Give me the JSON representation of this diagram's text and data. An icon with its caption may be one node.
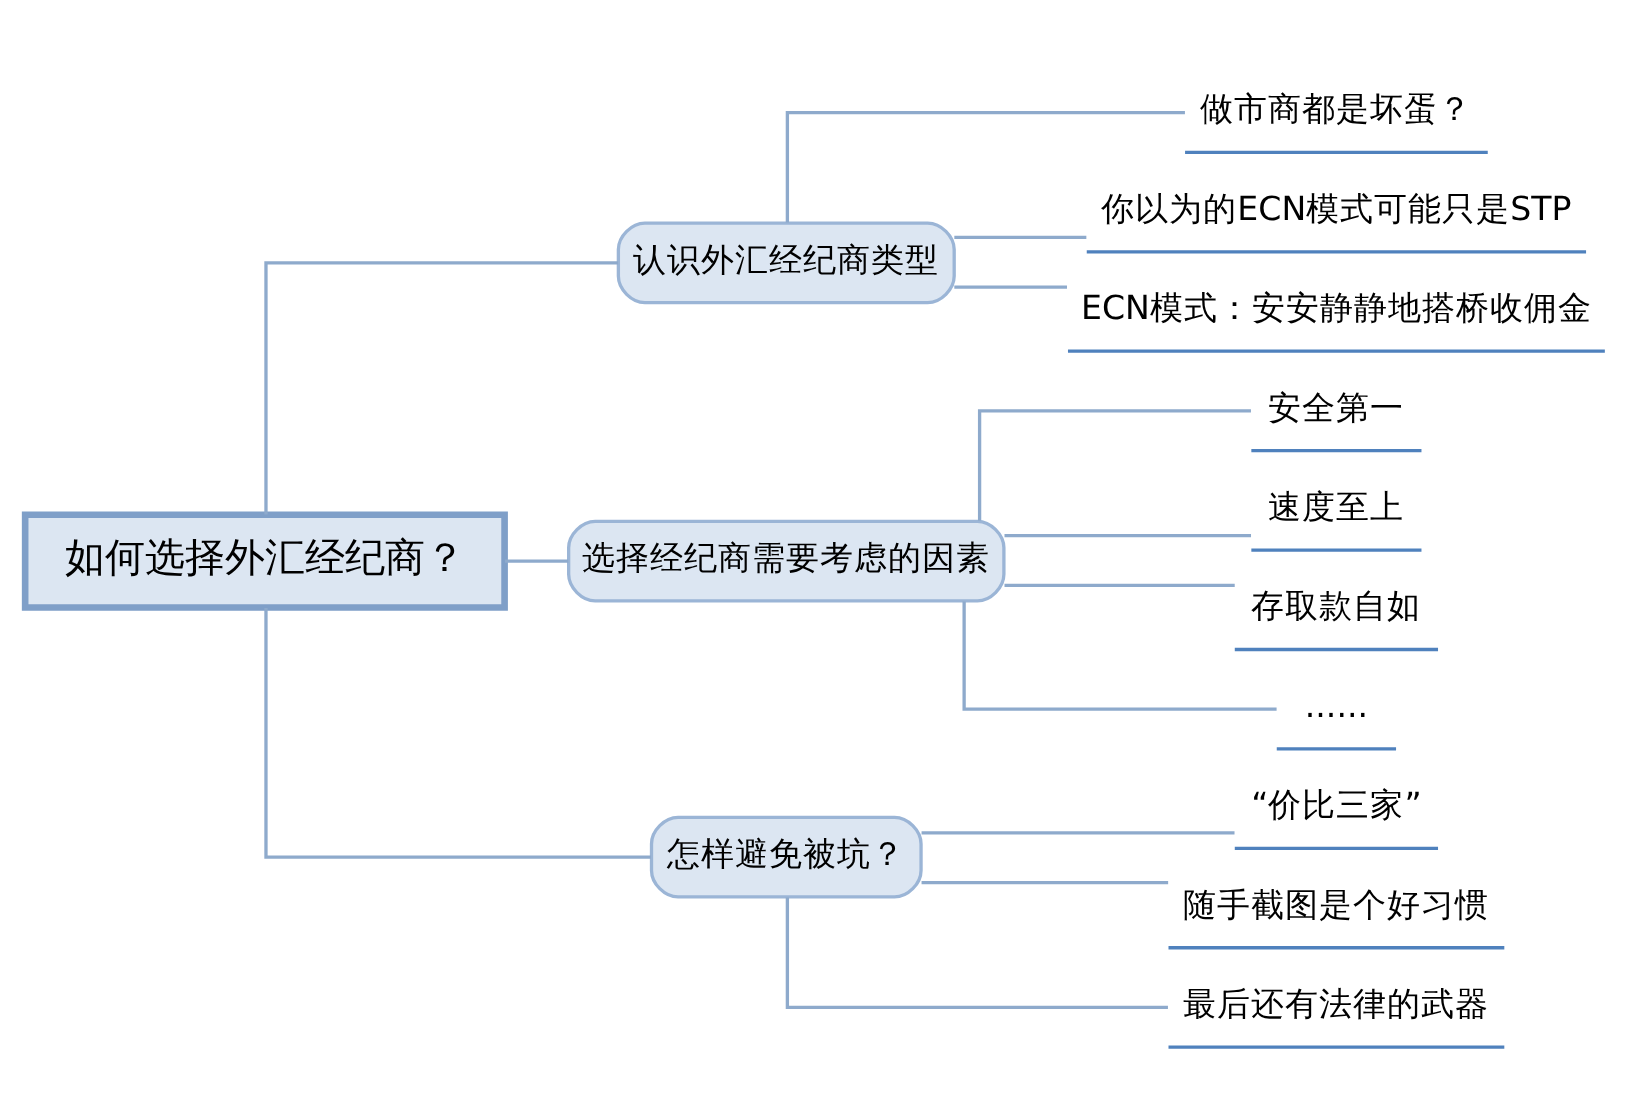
{
  "diagram": {
    "nodes": [
      {
        "text": [
          "如何选择外汇经纪商？"
        ]
      },
      {
        "text": [
          "认识外汇经纪商类型"
        ]
      },
      {
        "text": [
          "做市商都是坏蛋？"
        ]
      },
      {
        "text": [
          "你以为的ECN模式可能只是STP"
        ]
      },
      {
        "text": [
          "ECN模式：安安静静地搭桥收佣金"
        ]
      },
      {
        "text": [
          "选择经纪商需要考虑的因素"
        ]
      },
      {
        "text": [
          "安全第一"
        ]
      },
      {
        "text": [
          "速度至上"
        ]
      },
      {
        "text": [
          "存取款自如"
        ]
      },
      {
        "text": [
          "......"
        ]
      },
      {
        "text": [
          "怎样避免被坑？"
        ]
      },
      {
        "text": [
          "“价比三家”"
        ]
      },
      {
        "text": [
          "随手截图是个好习惯"
        ]
      },
      {
        "text": [
          "最后还有法律的武器"
        ]
      }
    ],
    "edges": [
      {
        "from": 0,
        "to": 1,
        "arrow": "none"
      },
      {
        "from": 0,
        "to": 5,
        "arrow": "none"
      },
      {
        "from": 0,
        "to": 10,
        "arrow": "none"
      },
      {
        "from": 1,
        "to": 2,
        "arrow": "none"
      },
      {
        "from": 1,
        "to": 3,
        "arrow": "none"
      },
      {
        "from": 1,
        "to": 4,
        "arrow": "none"
      },
      {
        "from": 5,
        "to": 6,
        "arrow": "none"
      },
      {
        "from": 5,
        "to": 7,
        "arrow": "none"
      },
      {
        "from": 5,
        "to": 8,
        "arrow": "none"
      },
      {
        "from": 5,
        "to": 9,
        "arrow": "none"
      },
      {
        "from": 10,
        "to": 11,
        "arrow": "none"
      },
      {
        "from": 10,
        "to": 12,
        "arrow": "none"
      },
      {
        "from": 10,
        "to": 13,
        "arrow": "none"
      }
    ]
  }
}
